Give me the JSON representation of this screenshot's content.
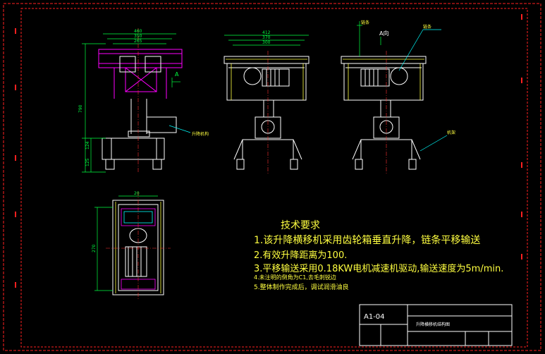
{
  "drawing": {
    "colors": {
      "frame": "#ff2020",
      "equipment": "#ffffff",
      "dimension": "#00ff40",
      "highlight": "#ff00ff",
      "centerline": "#ff3030",
      "note": "#ffff40",
      "leader": "#00ffff"
    },
    "views": {
      "side": {
        "dims": [
          "460",
          "350",
          "265",
          "790",
          "124",
          "125"
        ],
        "section_mark": "A",
        "callout": "升降机构"
      },
      "front": {
        "dims": [
          "412",
          "370",
          "300"
        ]
      },
      "rear": {
        "view_label": "A向",
        "callout_top": "链条",
        "callout_bottom": "机架"
      },
      "plan": {
        "dims": [
          "20",
          "270"
        ]
      }
    },
    "notes": {
      "title": "技术要求",
      "items": [
        "1.该升降横移机采用齿轮箱垂直升降，链条平移输送",
        "2.有效升降距离为100.",
        "3.平移输送采用0.18KW电机减速机驱动,输送速度为5m/min.",
        "4.未注明的倒角为C1,去毛刺锐边",
        "5.整体制作完成后，调试润滑油良"
      ]
    },
    "title_block": {
      "drawing_no": "A1-04",
      "name": "升降横移机结构图"
    }
  }
}
